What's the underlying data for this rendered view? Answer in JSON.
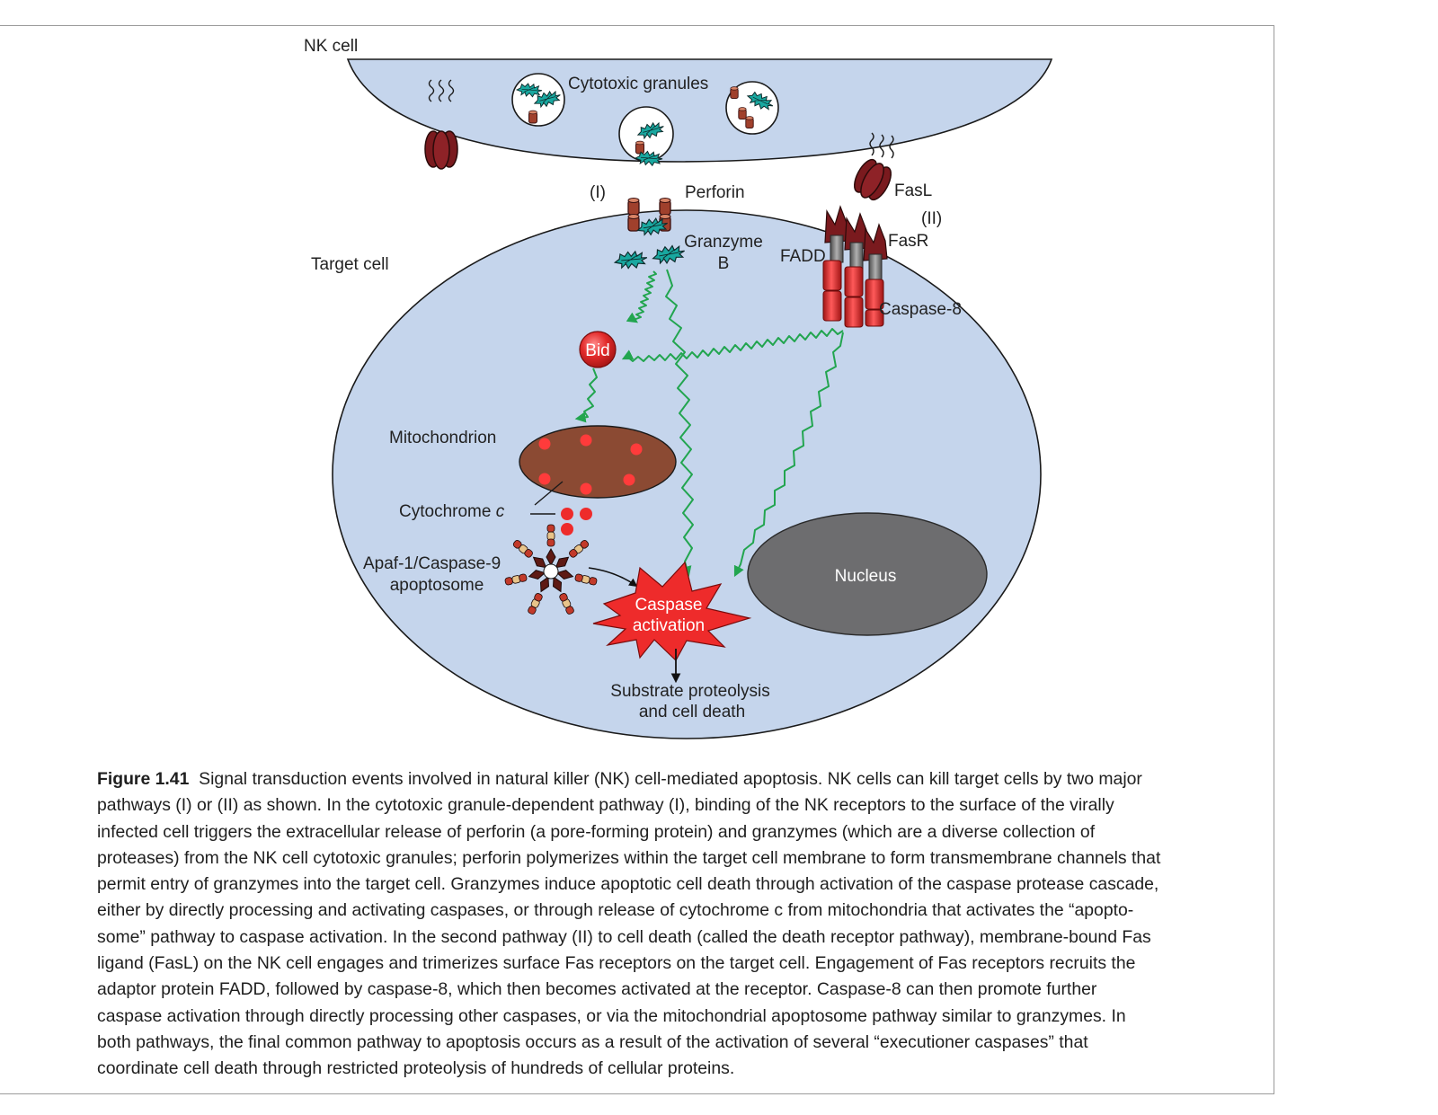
{
  "labels": {
    "nk_cell": "NK cell",
    "cytotoxic_granules": "Cytotoxic granules",
    "pathway_one": "(I)",
    "perforin": "Perforin",
    "fasl": "FasL",
    "pathway_two": "(II)",
    "fasr": "FasR",
    "fadd": "FADD",
    "granzyme_line1": "Granzyme",
    "granzyme_line2": "B",
    "target_cell": "Target cell",
    "caspase8": "Caspase-8",
    "bid": "Bid",
    "mitochondrion": "Mitochondrion",
    "cytochrome_prefix": "Cytochrome ",
    "cytochrome_c": "c",
    "apoptosome_line1": "Apaf-1/Caspase-9",
    "apoptosome_line2": "apoptosome",
    "caspase_line1": "Caspase",
    "caspase_line2": "activation",
    "nucleus": "Nucleus",
    "substrate_line1": "Substrate proteolysis",
    "substrate_line2": "and cell death"
  },
  "caption": {
    "figure_label": "Figure 1.41",
    "lines": [
      "Signal transduction events involved in natural killer (NK) cell-mediated apoptosis. NK cells can kill target cells by two major",
      "pathways (I) or (II) as shown. In the cytotoxic granule-dependent pathway (I), binding of the NK receptors to the surface of the virally",
      "infected cell triggers the extracellular release of perforin (a pore-forming protein) and granzymes (which are a diverse collection of",
      "proteases) from the NK cell cytotoxic granules; perforin polymerizes within the target cell membrane to form transmembrane channels that",
      "permit entry of granzymes into the target cell. Granzymes induce apoptotic cell death through activation of the caspase protease cascade,",
      "either by directly processing and activating caspases, or through release of cytochrome c from mitochondria that activates the “apopto-",
      "some” pathway to caspase activation. In the second pathway (II) to cell death (called the death receptor pathway), membrane-bound Fas",
      "ligand (FasL) on the NK cell engages and trimerizes surface Fas receptors on the target cell. Engagement of Fas receptors recruits the",
      "adaptor protein FADD, followed by caspase-8, which then becomes activated at the receptor. Caspase-8 can then promote further",
      "caspase activation through directly processing other caspases, or via the mitochondrial apoptosome pathway similar to granzymes. In",
      "both pathways, the final common pathway to apoptosis occurs as a result of the activation of several “executioner caspases” that",
      "coordinate cell death through restricted proteolysis of hundreds of cellular proteins."
    ]
  },
  "colors": {
    "cell_fill": "#c5d5ec",
    "mitochondrion": "#8b4a33",
    "nucleus": "#6d6d6f",
    "signal_arrow": "#22a54f",
    "caspase_star": "#ee2b2b",
    "protein_dark_red": "#7a1a1e",
    "granzyme_teal": "#19a8a0"
  }
}
